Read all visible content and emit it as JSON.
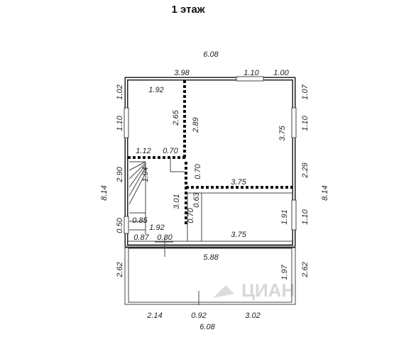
{
  "title": "1 этаж",
  "watermark": "ЦИАН",
  "dims": {
    "top_total": "6.08",
    "top_left": "3.98",
    "top_win": "1.10",
    "top_right": "1.00",
    "left_1": "1.02",
    "left_2": "1.10",
    "left_3": "2.90",
    "left_4": "0.50",
    "left_total": "8.14",
    "left_veranda": "2.62",
    "right_1": "1.07",
    "right_2": "1.10",
    "right_3": "2.29",
    "right_4": "1.10",
    "right_total": "8.14",
    "right_veranda": "2.62",
    "room1_w": "1.92",
    "room1_h": "2.65",
    "part_v_h": "2.89",
    "big_room_h": "3.75",
    "hall_w1": "1.12",
    "hall_w2": "0.70",
    "hall_v1": "0.70",
    "mid_w": "3.75",
    "stair_h": "1.94",
    "stair_w": "0.85",
    "stair_room_w": "1.92",
    "col_h": "3.01",
    "col_w1": "0.63",
    "col_w2": "0.70",
    "room3_h": "1.91",
    "room3_w": "3.75",
    "bottom_a": "0.87",
    "bottom_b": "0.80",
    "veranda_w": "5.88",
    "veranda_h": "1.97",
    "bottom_left": "2.14",
    "bottom_door": "0.92",
    "bottom_right": "3.02",
    "bottom_total": "6.08"
  }
}
